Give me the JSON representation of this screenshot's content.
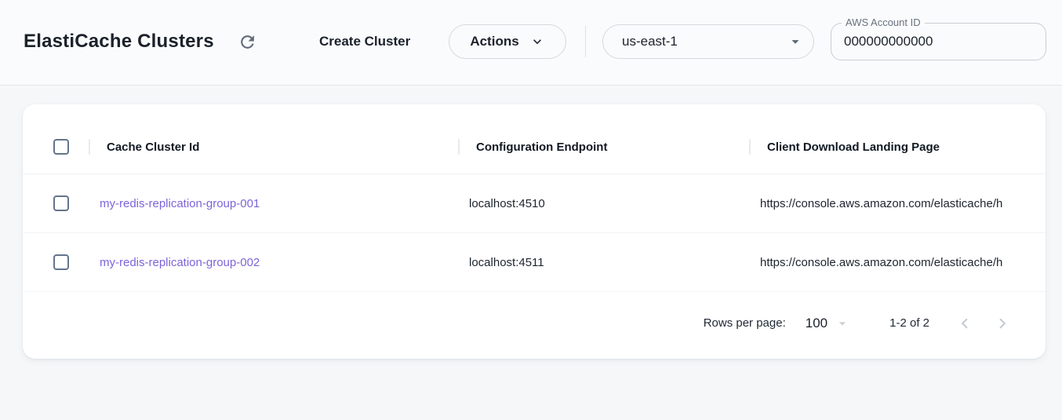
{
  "topbar": {
    "title": "ElastiCache Clusters",
    "create_cluster_label": "Create Cluster",
    "actions_label": "Actions",
    "region": {
      "value": "us-east-1"
    },
    "account": {
      "label": "AWS Account ID",
      "value": "000000000000"
    }
  },
  "table": {
    "headers": {
      "cache_cluster_id": "Cache Cluster Id",
      "configuration_endpoint": "Configuration Endpoint",
      "client_download_landing_page": "Client Download Landing Page"
    },
    "rows": [
      {
        "cache_cluster_id": "my-redis-replication-group-001",
        "configuration_endpoint": "localhost:4510",
        "client_download_landing_page": "https://console.aws.amazon.com/elasticache/h"
      },
      {
        "cache_cluster_id": "my-redis-replication-group-002",
        "configuration_endpoint": "localhost:4511",
        "client_download_landing_page": "https://console.aws.amazon.com/elasticache/h"
      }
    ]
  },
  "pagination": {
    "rows_per_page_label": "Rows per page:",
    "rows_per_page_value": "100",
    "range_label": "1-2 of 2"
  },
  "colors": {
    "link_purple": "#7d64d9",
    "icon_slate": "#5f6b7a",
    "disabled_gray": "#c6ccd2",
    "checkbox_border": "#64748b"
  }
}
